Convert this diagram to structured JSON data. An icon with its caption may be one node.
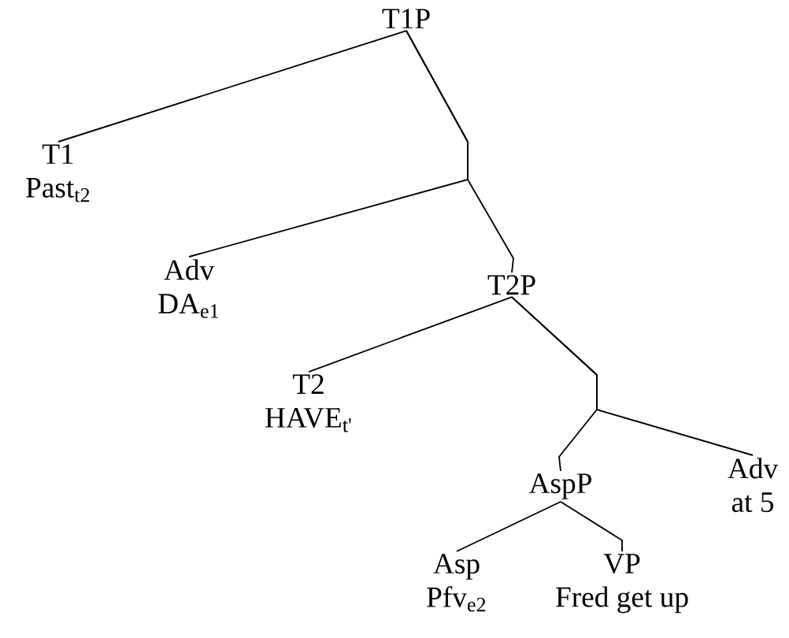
{
  "diagram": {
    "nodes": [
      {
        "text": [
          "T1P"
        ]
      },
      {
        "text": [
          "T1",
          "Past$_{t2}$"
        ]
      },
      {
        "text": [
          "Adv",
          "DA$_{e1}$"
        ]
      },
      {
        "text": [
          "T2P"
        ]
      },
      {
        "text": [
          "T2",
          "HAVE$_{t'}$"
        ]
      },
      {
        "text": [
          "AspP"
        ]
      },
      {
        "text": [
          "Adv",
          "at 5"
        ]
      },
      {
        "text": [
          "Asp",
          "Pfv$_{e2}$"
        ]
      },
      {
        "text": [
          "VP",
          "Fred get up"
        ]
      }
    ],
    "edges": [
      {
        "from": 0,
        "to": 1,
        "arrow": "none"
      },
      {
        "from": 0,
        "to": 2,
        "arrow": "none"
      },
      {
        "from": 0,
        "to": 3,
        "arrow": "none"
      },
      {
        "from": 3,
        "to": 4,
        "arrow": "none"
      },
      {
        "from": 3,
        "to": 5,
        "arrow": "none"
      },
      {
        "from": 3,
        "to": 6,
        "arrow": "none"
      },
      {
        "from": 5,
        "to": 7,
        "arrow": "none"
      },
      {
        "from": 5,
        "to": 8,
        "arrow": "none"
      }
    ]
  }
}
